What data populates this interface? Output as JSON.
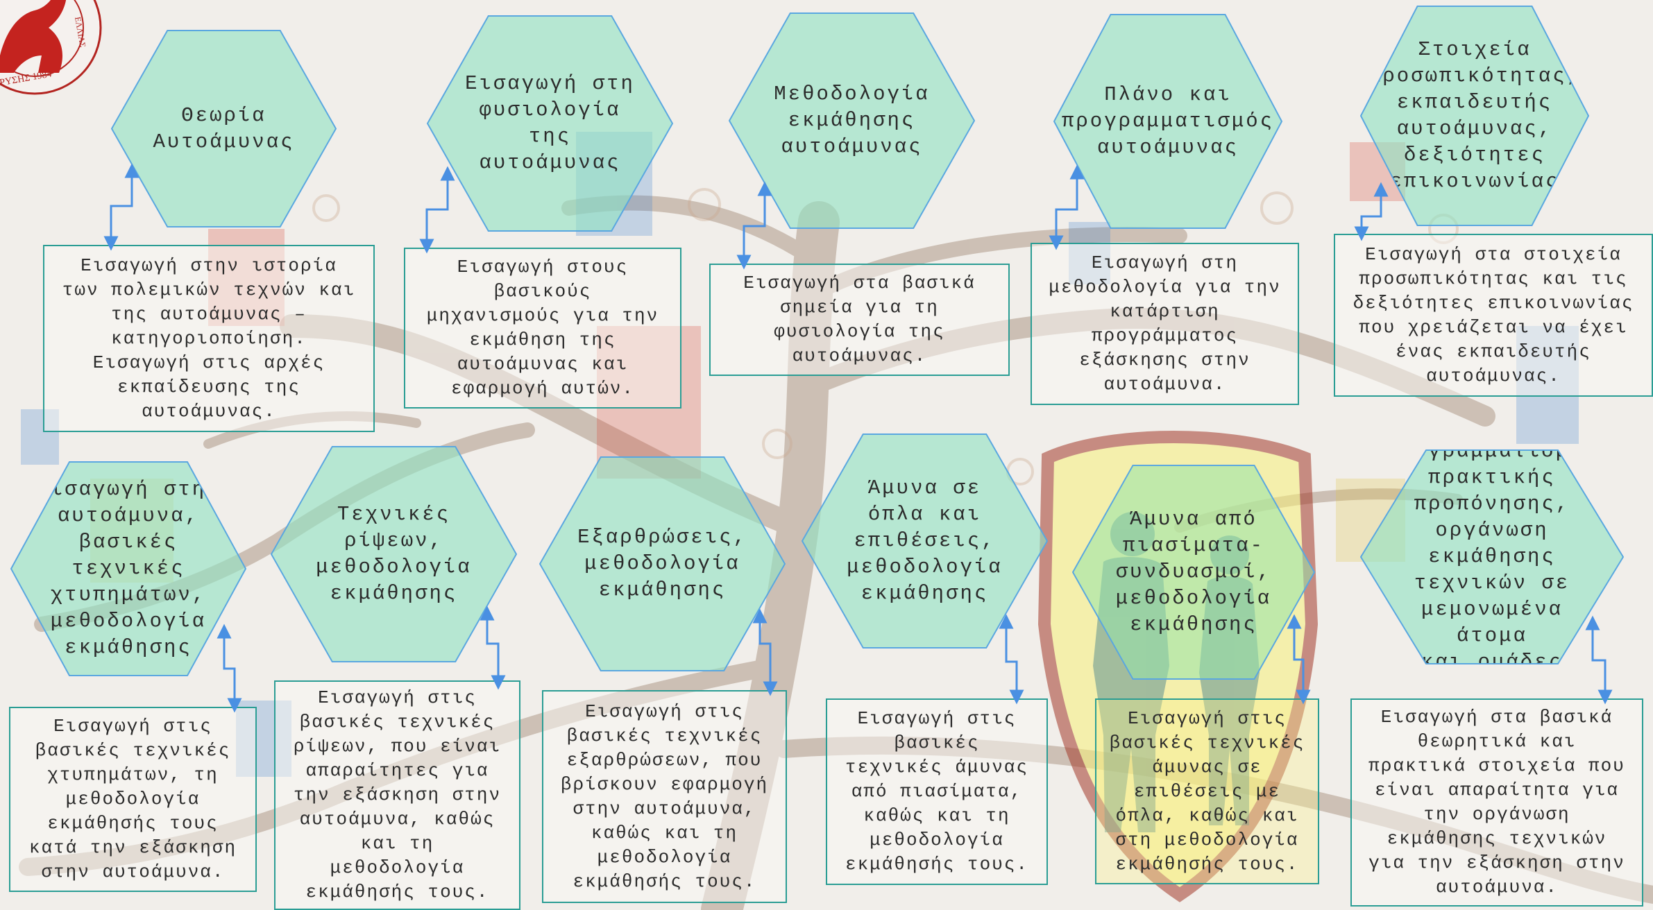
{
  "logo": {
    "text": "ΡΥΣΗΣ 1984",
    "side_text": "ΕΛΛΙΑΣ"
  },
  "colors": {
    "hex_fill": "#92e2c4",
    "hex_stroke": "#5aa7e0",
    "box_border": "#2a9d94",
    "arrow": "#4a90e2",
    "yellow_hex": "#f4f07a"
  },
  "topics": [
    {
      "hex": "Θεωρία\nΑυτοάμυνας",
      "box": "Εισαγωγή στην ιστορία\nτων πολεμικών τεχνών και\nτης αυτοάμυνας –\nκατηγοριοποίηση.\nΕισαγωγή στις αρχές\nεκπαίδευσης της\nαυτοάμυνας."
    },
    {
      "hex": "Εισαγωγή στη\nφυσιολογία\nτης\nαυτοάμυνας",
      "box": "Εισαγωγή στους\nβασικούς\nμηχανισμούς για την\nεκμάθηση της\nαυτοάμυνας και\nεφαρμογή αυτών."
    },
    {
      "hex": "Μεθοδολογία\nεκμάθησης\nαυτοάμυνας",
      "box": "Εισαγωγή στα βασικά\nσημεία για τη\nφυσιολογία της\nαυτοάμυνας."
    },
    {
      "hex": "Πλάνο και\nπρογραμματισμός\nαυτοάμυνας",
      "box": "Εισαγωγή στη\nμεθοδολογία για την\nκατάρτιση\nπρογράμματος\nεξάσκησης στην\nαυτοάμυνα."
    },
    {
      "hex": "Στοιχεία\nπροσωπικότητας,\nεκπαιδευτής\nαυτοάμυνας,\nδεξιότητες\nεπικοινωνίας",
      "box": "Εισαγωγή στα στοιχεία\nπροσωπικότητας και τις\nδεξιότητες επικοινωνίας\nπου χρειάζεται να έχει\nένας εκπαιδευτής\nαυτοάμυνας."
    },
    {
      "hex": "Εισαγωγή στην\nαυτοάμυνα,\nβασικές τεχνικές\nχτυπημάτων,\nμεθοδολογία\nεκμάθησης",
      "box": "Εισαγωγή στις\nβασικές τεχνικές\nχτυπημάτων, τη\nμεθοδολογία\nεκμάθησής τους\nκατά την εξάσκηση\nστην αυτοάμυνα."
    },
    {
      "hex": "Τεχνικές\nρίψεων,\nμεθοδολογία\nεκμάθησης",
      "box": "Εισαγωγή στις\nβασικές τεχνικές\nρίψεων, που είναι\nαπαραίτητες για\nτην εξάσκηση στην\nαυτοάμυνα, καθώς\nκαι τη\nμεθοδολογία\nεκμάθησής τους."
    },
    {
      "hex": "Εξαρθρώσεις,\nμεθοδολογία\nεκμάθησης",
      "box": "Εισαγωγή στις\nβασικές τεχνικές\nεξαρθρώσεων, που\nβρίσκουν εφαρμογή\nστην αυτοάμυνα,\nκαθώς και τη\nμεθοδολογία\nεκμάθησής τους."
    },
    {
      "hex": "Άμυνα σε\nόπλα και\nεπιθέσεις,\nμεθοδολογία\nεκμάθησης",
      "box": "Εισαγωγή στις\nβασικές\nτεχνικές άμυνας\nαπό πιασίματα,\nκαθώς και τη\nμεθοδολογία\nεκμάθησής τους."
    },
    {
      "hex": "Άμυνα από\nπιασίματα-\nσυνδυασμοί,\nμεθοδολογία\nεκμάθησης",
      "box": "Εισαγωγή στις\nβασικές τεχνικές\nάμυνας σε\nεπιθέσεις με\nόπλα, καθώς και\nστη μεθοδολογία\nεκμάθησής τους."
    },
    {
      "hex": "Προγραμματισμός\nπρακτικής\nπροπόνησης,\nοργάνωση εκμάθησης\nτεχνικών σε\nμεμονωμένα άτομα\nκαι ομάδες",
      "box": "Εισαγωγή στα βασικά\nθεωρητικά και\nπρακτικά στοιχεία που\nείναι απαραίτητα για\nτην οργάνωση\nεκμάθησης τεχνικών\nγια την εξάσκηση στην\nαυτοάμυνα."
    }
  ]
}
